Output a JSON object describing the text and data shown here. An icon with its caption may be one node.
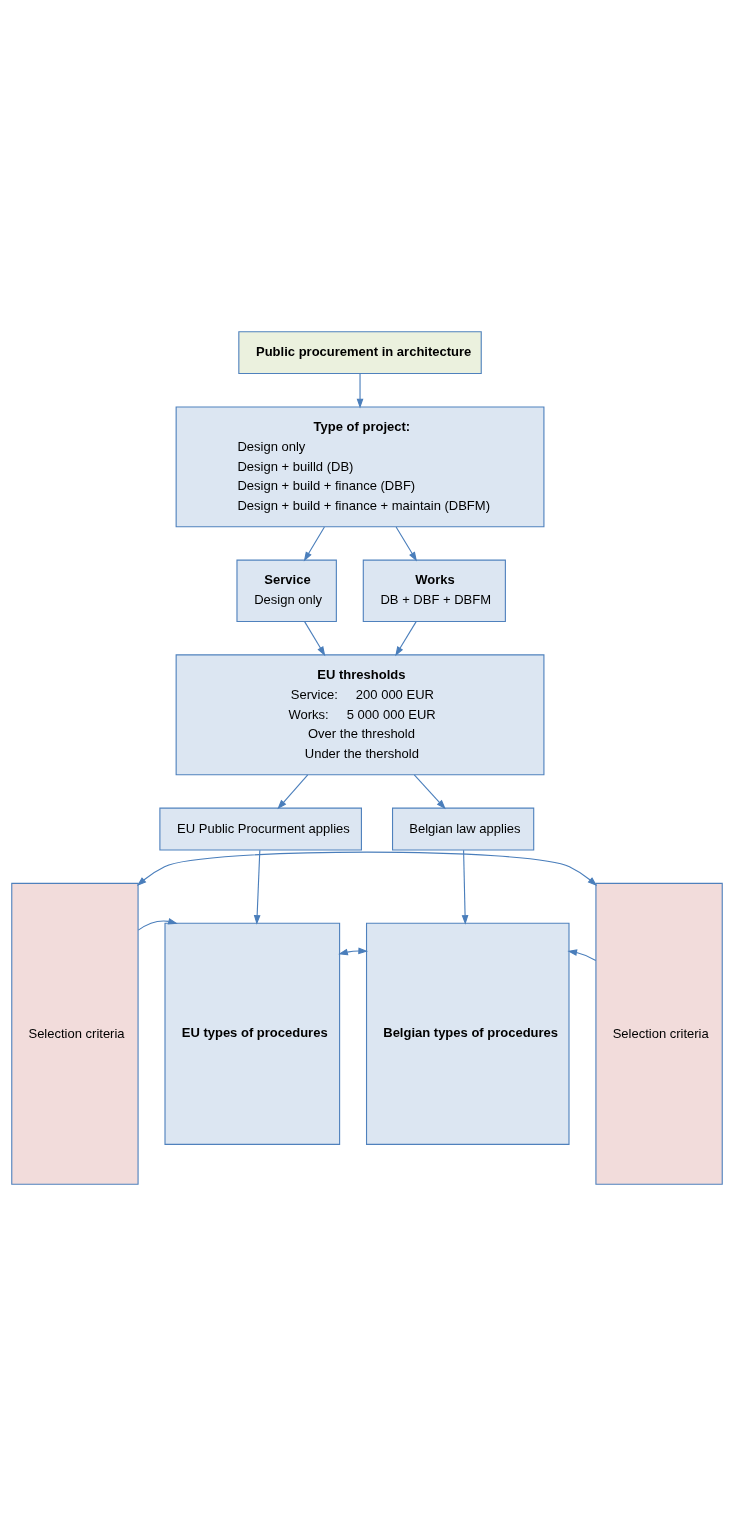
{
  "diagram": {
    "nodes": [
      {
        "text": [
          "Public procurement in architecture"
        ]
      },
      {
        "text": [
          "Type of project:",
          "Design only",
          "Design + builld (DB)",
          "Design + build + finance (DBF)",
          "Design + build + finance + maintain (DBFM)"
        ]
      },
      {
        "text": [
          "Service",
          "Design only"
        ]
      },
      {
        "text": [
          "Works",
          "DB + DBF + DBFM"
        ]
      },
      {
        "text": [
          "EU thresholds",
          "Service:     200 000 EUR",
          "Works:     5 000 000 EUR",
          "Over the threshold",
          "Under the thershold"
        ]
      },
      {
        "text": [
          "EU Public Procurment applies"
        ]
      },
      {
        "text": [
          "Belgian law applies"
        ]
      },
      {
        "text": [
          "Selection criteria"
        ]
      },
      {
        "text": [
          "EU types of procedures"
        ]
      },
      {
        "text": [
          "Belgian types of procedures"
        ]
      },
      {
        "text": [
          "Selection criteria"
        ]
      }
    ],
    "edges": [
      {
        "from": 0,
        "to": 1,
        "arrow": "to"
      },
      {
        "from": 1,
        "to": 2,
        "arrow": "to"
      },
      {
        "from": 1,
        "to": 3,
        "arrow": "to"
      },
      {
        "from": 2,
        "to": 4,
        "arrow": "to"
      },
      {
        "from": 3,
        "to": 4,
        "arrow": "to"
      },
      {
        "from": 4,
        "to": 5,
        "arrow": "to"
      },
      {
        "from": 4,
        "to": 6,
        "arrow": "to"
      },
      {
        "from": 5,
        "to": 8,
        "arrow": "to"
      },
      {
        "from": 6,
        "to": 9,
        "arrow": "to"
      },
      {
        "from": 8,
        "to": 9,
        "arrow": "both"
      },
      {
        "from": 7,
        "to": 8,
        "arrow": "to"
      },
      {
        "from": 10,
        "to": 9,
        "arrow": "to"
      },
      {
        "from": 7,
        "to": 10,
        "arrow": "both"
      }
    ]
  }
}
